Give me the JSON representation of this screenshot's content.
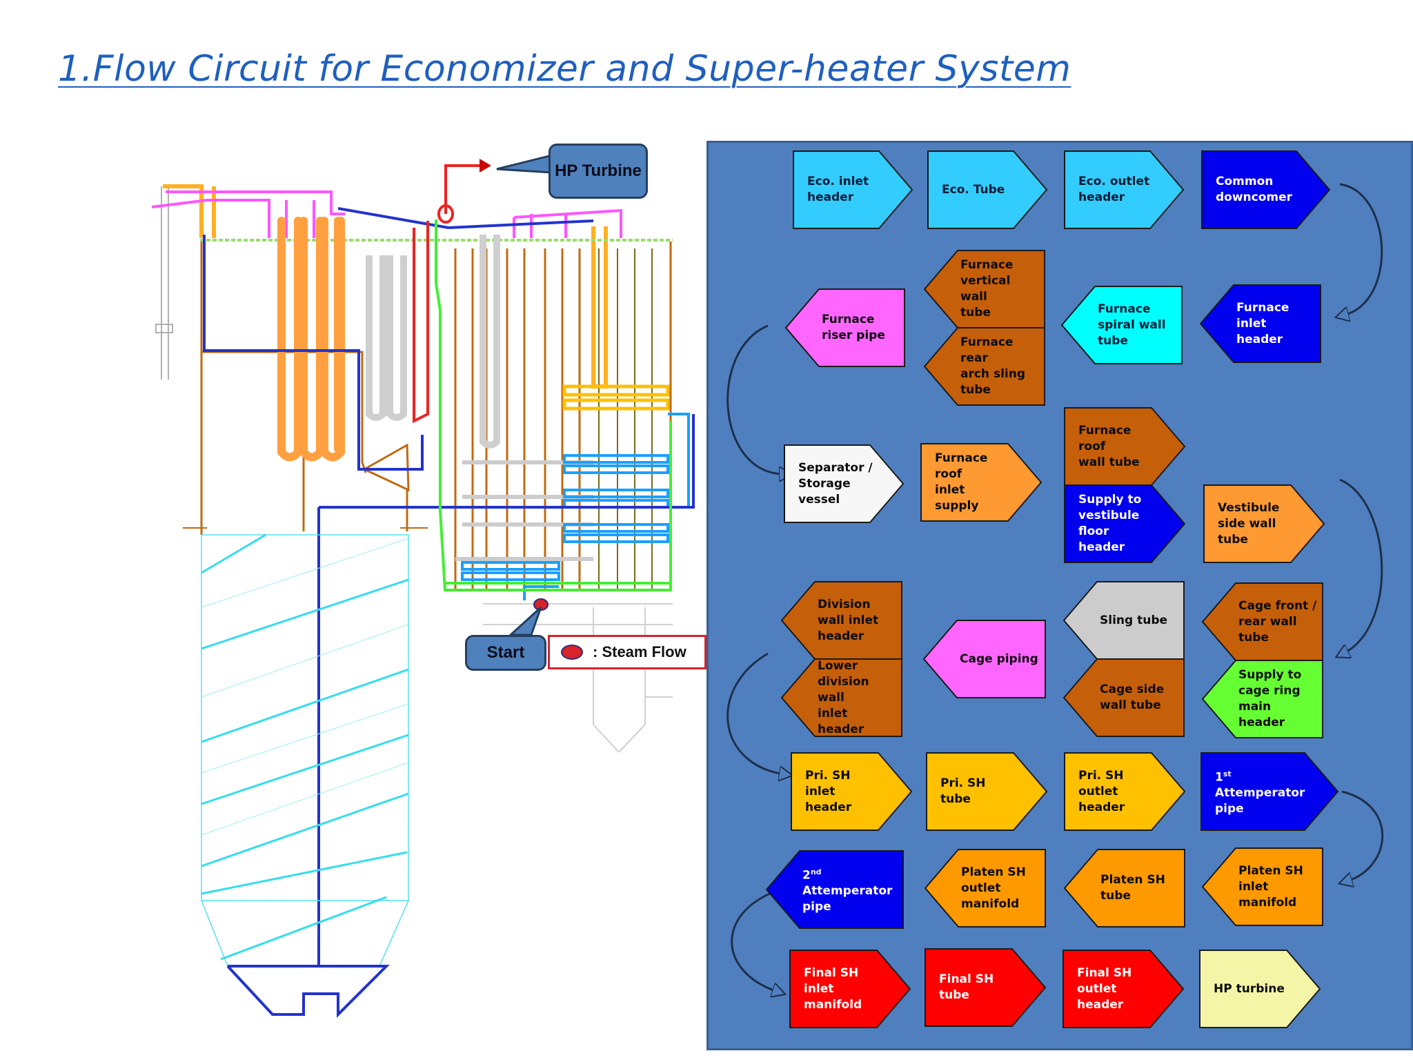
{
  "title": "1.Flow Circuit for Economizer and Super-heater System",
  "callouts": {
    "hp_turbine": "HP Turbine",
    "start": "Start",
    "legend_text": ": Steam Flow"
  },
  "colors": {
    "panel_bg": "#4f7fbf",
    "eco": "#33ccff",
    "blue": "#0000ee",
    "magenta": "#ff66ff",
    "brown": "#c65f0a",
    "cyan": "#00ffff",
    "white": "#f7f7f7",
    "orange": "#ff9a33",
    "gray": "#cccccc",
    "green": "#66ff33",
    "amber": "#ffc000",
    "platen": "#ff9900",
    "red": "#ff0000",
    "pale_yellow": "#f5f5a8",
    "steam_marker": "#d9232a"
  },
  "flow": {
    "eco_inlet_header": "Eco. inlet\nheader",
    "eco_tube": "Eco. Tube",
    "eco_outlet_header": "Eco. outlet\nheader",
    "common_downcomer": "Common\ndowncomer",
    "furnace_inlet_header": "Furnace\ninlet header",
    "furnace_spiral_wall_tube": "Furnace\nspiral wall\ntube",
    "furnace_vertical_wall_tube": "Furnace\nvertical wall\ntube",
    "furnace_rear_arch_sling_tube": "Furnace rear\narch sling\ntube",
    "furnace_riser_pipe": "Furnace\nriser pipe",
    "separator_storage_vessel": "Separator /\nStorage\nvessel",
    "furnace_roof_inlet_supply": "Furnace roof\ninlet supply",
    "furnace_roof_wall_tube": "Furnace roof\nwall tube",
    "supply_to_vestibule_floor_header": "Supply to\nvestibule\nfloor header",
    "vestibule_side_wall_tube": "Vestibule\nside wall\ntube",
    "cage_front_rear_wall_tube": "Cage front /\nrear wall\ntube",
    "supply_to_cage_ring_main_header": "Supply to\ncage ring\nmain header",
    "sling_tube": "Sling tube",
    "cage_side_wall_tube": "Cage side\nwall tube",
    "cage_piping": "Cage piping",
    "division_wall_inlet_header": "Division\nwall inlet\nheader",
    "lower_division_wall_inlet_header": "Lower\ndivision wall\ninlet header",
    "pri_sh_inlet_header": "Pri. SH inlet\nheader",
    "pri_sh_tube": "Pri. SH tube",
    "pri_sh_outlet_header": "Pri. SH\noutlet\nheader",
    "attemperator_1_sup": "st",
    "attemperator_1_rest": "Attemperator\npipe",
    "platen_sh_inlet_manifold": "Platen SH\ninlet\nmanifold",
    "platen_sh_tube": "Platen SH\ntube",
    "platen_sh_outlet_manifold": "Platen SH\noutlet\nmanifold",
    "attemperator_2_sup": "nd",
    "attemperator_2_rest": "Attemperator\npipe",
    "final_sh_inlet_manifold": "Final SH\ninlet\nmanifold",
    "final_sh_tube": "Final SH\ntube",
    "final_sh_outlet_header": "Final SH\noutlet\nheader",
    "hp_turbine": "HP turbine"
  }
}
